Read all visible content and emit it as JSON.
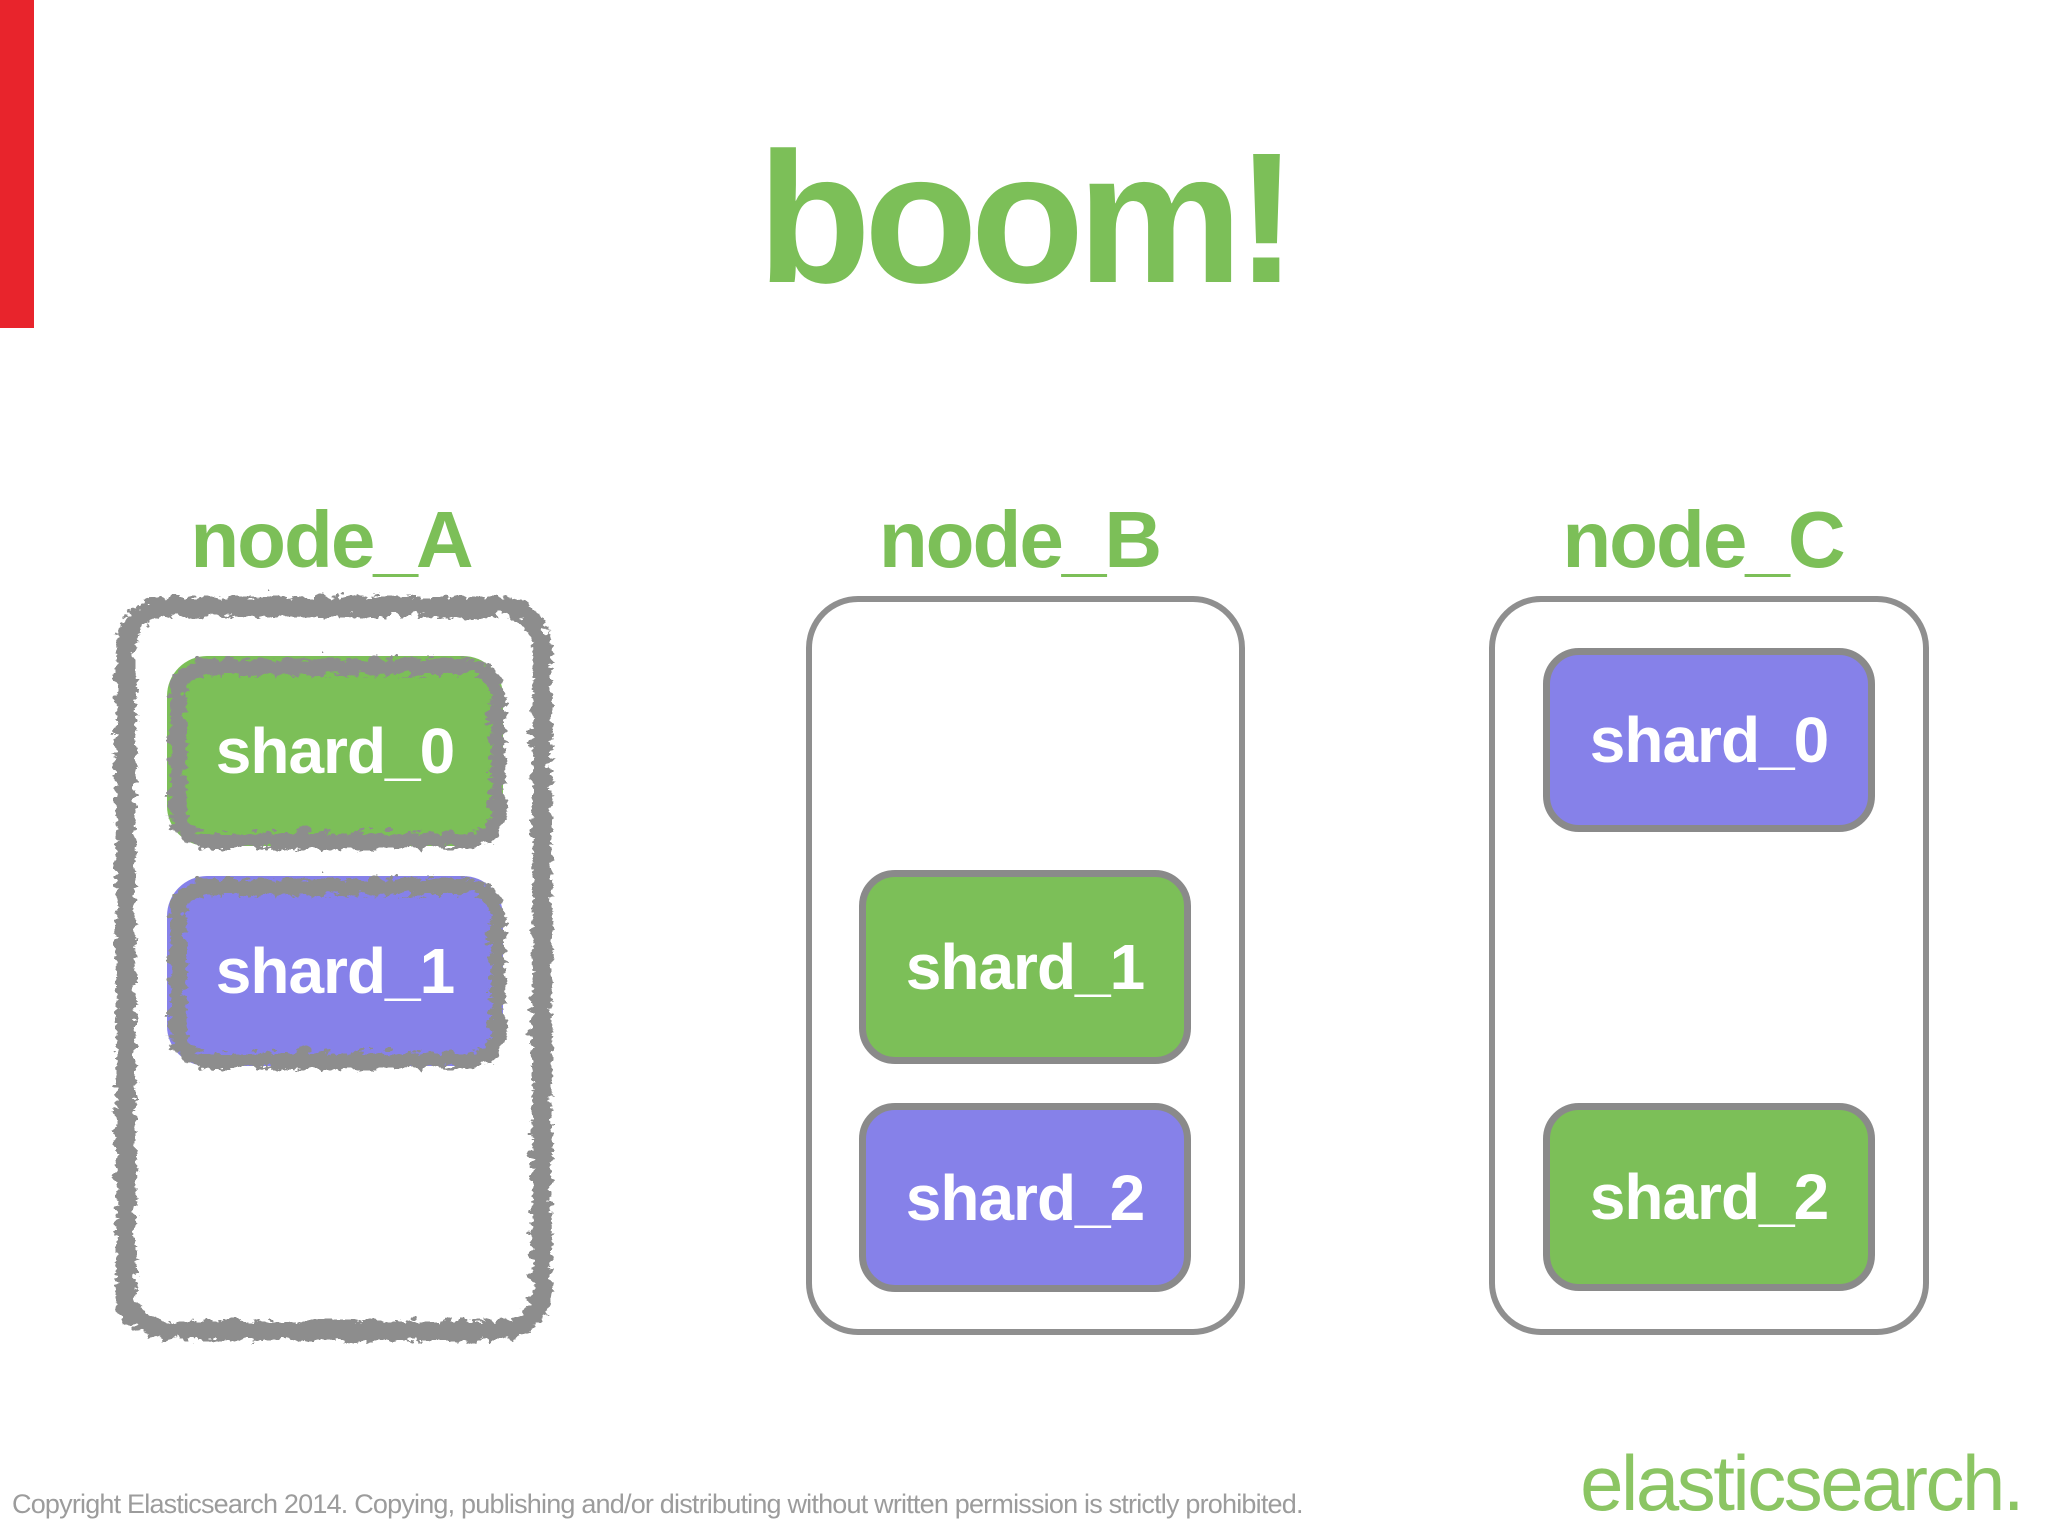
{
  "slide": {
    "title": "boom!",
    "nodes": [
      {
        "label": "node_A",
        "border_style": "sketchy",
        "shards": [
          {
            "label": "shard_0",
            "color": "green"
          },
          {
            "label": "shard_1",
            "color": "purple"
          }
        ]
      },
      {
        "label": "node_B",
        "border_style": "clean",
        "shards": [
          {
            "label": "shard_1",
            "color": "green"
          },
          {
            "label": "shard_2",
            "color": "purple"
          }
        ]
      },
      {
        "label": "node_C",
        "border_style": "clean",
        "shards": [
          {
            "label": "shard_0",
            "color": "purple"
          },
          {
            "label": "shard_2",
            "color": "green"
          }
        ]
      }
    ],
    "copyright": "Copyright Elasticsearch 2014. Copying, publishing and/or distributing without written permission is strictly prohibited.",
    "logo_text": "elasticsearch."
  },
  "colors": {
    "green": "#7cbf58",
    "purple": "#8681e9",
    "title_green": "#7cbf58",
    "label_green": "#7cbf58",
    "logo_green": "#8bc563",
    "sketch_gray": "#8d8d8d",
    "border_gray": "#8f8f8f",
    "copyright_gray": "#9c9c9c",
    "ribbon_red": "#e8242c",
    "background": "#ffffff"
  }
}
